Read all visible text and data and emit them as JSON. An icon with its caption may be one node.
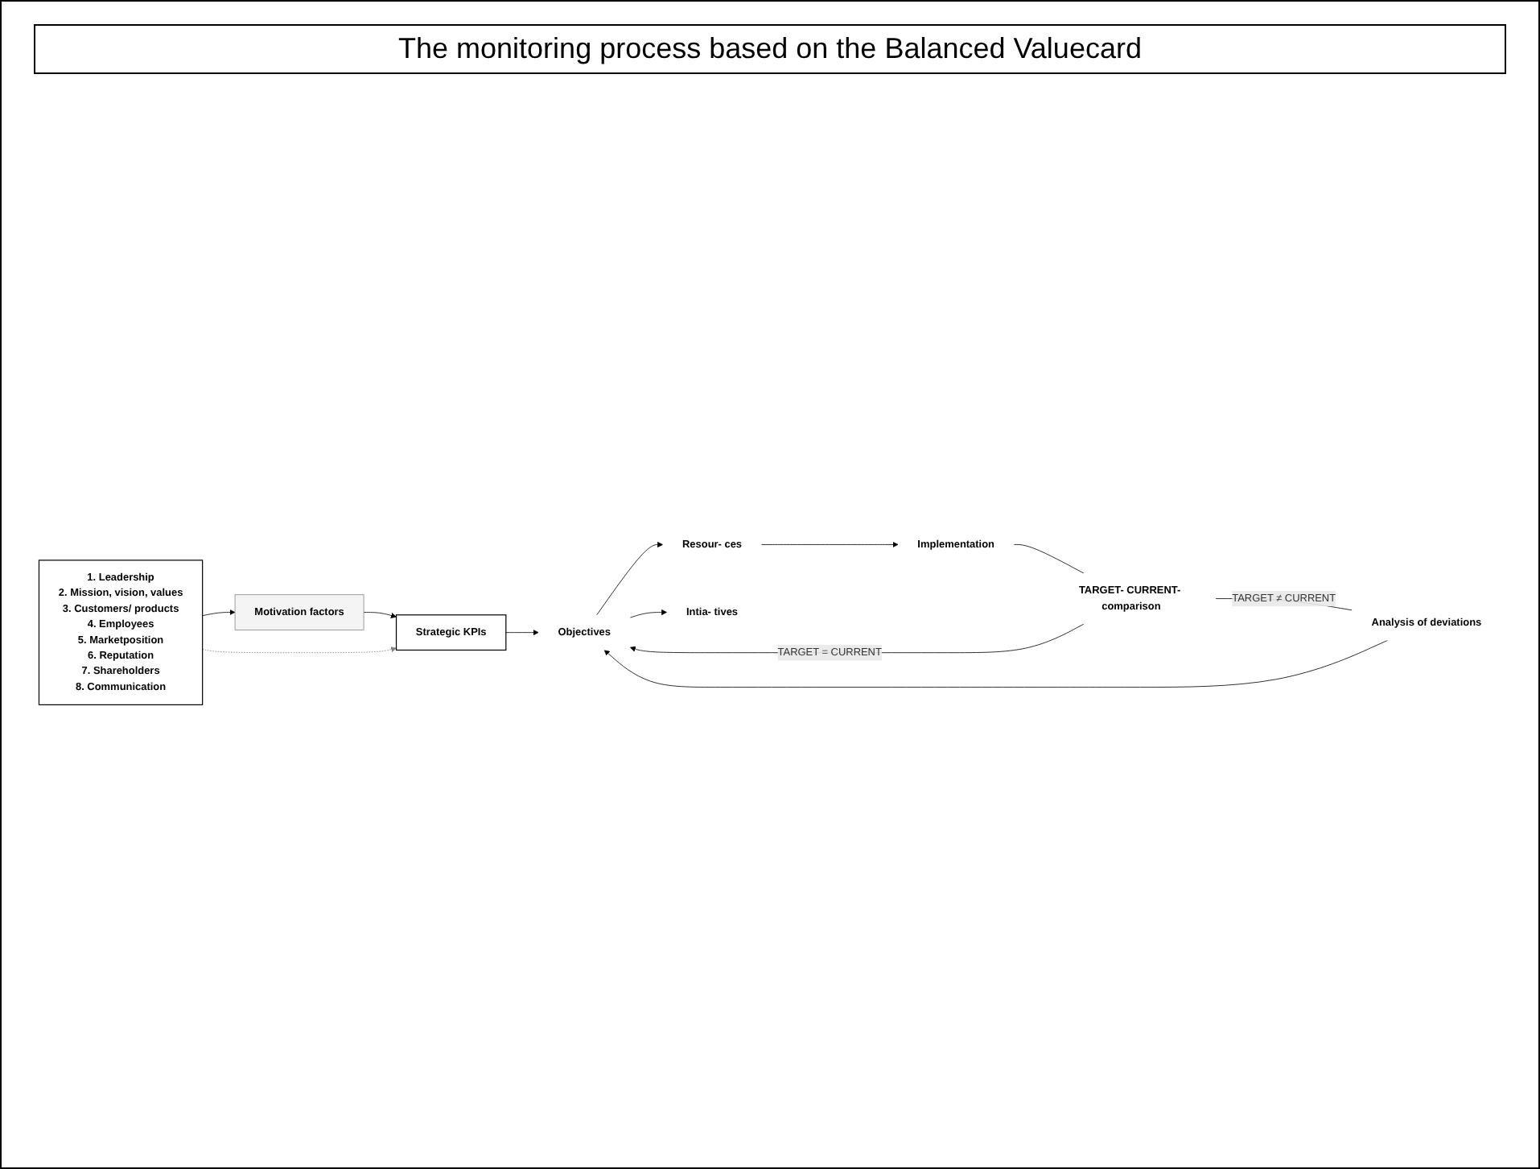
{
  "diagram": {
    "title": "The monitoring process based on the Balanced Valuecard",
    "nodes": [
      {
        "text": [
          "Motivation factors"
        ]
      },
      {
        "text": [
          "1. Leadership",
          "2. Mission, vision, values",
          "3. Customers/ products",
          "4. Employees",
          "5. Marketposition",
          "6. Reputation",
          "7. Shareholders",
          "8. Communication"
        ]
      },
      {
        "text": [
          "Strategic KPIs"
        ]
      },
      {
        "text": [
          "Objectives"
        ]
      },
      {
        "text": [
          "Resour- ces"
        ]
      },
      {
        "text": [
          "Intia- tives"
        ]
      },
      {
        "text": [
          "Implementation"
        ]
      },
      {
        "text": [
          "TARGET- CURRENT- comparison"
        ]
      },
      {
        "text": [
          "Analysis of deviations"
        ]
      }
    ],
    "edges": [
      {
        "from": 1,
        "to": 0,
        "arrow": "to"
      },
      {
        "from": 0,
        "to": 2,
        "arrow": "to"
      },
      {
        "from": 1,
        "to": 2,
        "arrow": "to",
        "style": "dashed",
        "color": "#808080"
      },
      {
        "from": 2,
        "to": 3,
        "arrow": "to"
      },
      {
        "from": 3,
        "to": 4,
        "arrow": "to"
      },
      {
        "from": 3,
        "to": 5,
        "arrow": "to"
      },
      {
        "from": 4,
        "to": 6,
        "arrow": "to"
      },
      {
        "from": 6,
        "to": 7,
        "arrow": "none"
      },
      {
        "from": 7,
        "to": 3,
        "arrow": "to",
        "label": "TARGET = CURRENT"
      },
      {
        "from": 7,
        "to": 8,
        "arrow": "none",
        "label": "TARGET ≠ CURRENT"
      },
      {
        "from": 8,
        "to": 3,
        "arrow": "to"
      }
    ]
  }
}
